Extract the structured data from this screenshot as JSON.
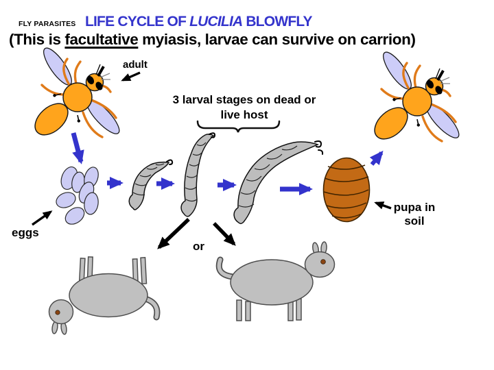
{
  "colors": {
    "background": "#FFFFFF",
    "title_blue": "#3434CC",
    "arrow_blue": "#3333CC",
    "fly_body_orange": "#FFA41C",
    "fly_leg_orange": "#E07B1A",
    "wing_lavender": "#CDCDF8",
    "egg_lavender": "#CCCCF4",
    "larva_gray": "#BDBDBD",
    "pupa_brown": "#C36A15",
    "animal_gray": "#C0C0C0",
    "eye_brown": "#8B4513"
  },
  "header": {
    "eyebrow": "FLY PARASITES",
    "title": {
      "prefix": "LIFE CYCLE OF ",
      "species": "LUCILIA",
      "suffix": " BLOWFLY"
    },
    "subtitle": {
      "prefix": "(This is ",
      "underlined": "facultative",
      "suffix": " myiasis, larvae can survive on carrion)"
    }
  },
  "labels": {
    "adult": "adult",
    "eggs": "eggs",
    "larval_stages": {
      "line1": "3 larval stages on dead or",
      "line2": "live host"
    },
    "or": "or",
    "pupa": {
      "line1": "pupa in",
      "line2": "soil"
    }
  },
  "illustrations": {
    "adult_fly_left": "adult blowfly",
    "adult_fly_right": "adult blowfly",
    "egg_cluster": "egg cluster",
    "larva_stage_1": "larva stage 1",
    "larva_stage_2": "larva stage 2",
    "larva_stage_3": "larva stage 3",
    "pupa": "pupa in soil",
    "dead_host": "dead host carrion",
    "live_host": "live host animal"
  }
}
